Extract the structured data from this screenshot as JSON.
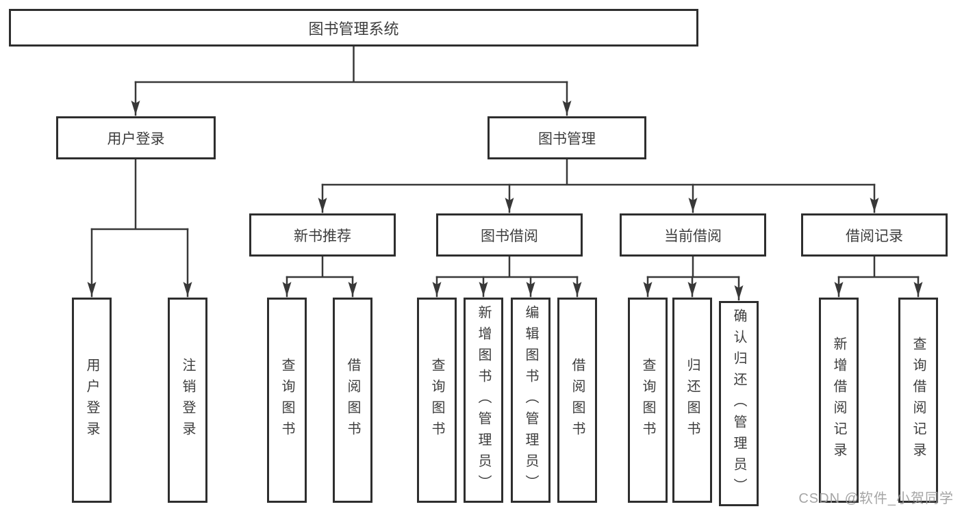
{
  "diagram": {
    "title_node": {
      "label": "图书管理系统"
    },
    "level2": [
      {
        "label": "用户登录"
      },
      {
        "label": "图书管理"
      }
    ],
    "level3": [
      {
        "label": "新书推荐"
      },
      {
        "label": "图书借阅"
      },
      {
        "label": "当前借阅"
      },
      {
        "label": "借阅记录"
      }
    ],
    "leaves": [
      {
        "label": "用户登录",
        "parent": "用户登录"
      },
      {
        "label": "注销登录",
        "parent": "用户登录"
      },
      {
        "label": "查询图书",
        "parent": "新书推荐"
      },
      {
        "label": "借阅图书",
        "parent": "新书推荐"
      },
      {
        "label": "查询图书",
        "parent": "图书借阅"
      },
      {
        "label": "新增图书（管理员）",
        "parent": "图书借阅"
      },
      {
        "label": "编辑图书（管理员）",
        "parent": "图书借阅"
      },
      {
        "label": "借阅图书",
        "parent": "图书借阅"
      },
      {
        "label": "查询图书",
        "parent": "当前借阅"
      },
      {
        "label": "归还图书",
        "parent": "当前借阅"
      },
      {
        "label": "确认归还（管理员）",
        "parent": "当前借阅"
      },
      {
        "label": "新增借阅记录",
        "parent": "借阅记录"
      },
      {
        "label": "查询借阅记录",
        "parent": "借阅记录"
      }
    ]
  },
  "watermark": {
    "text": "CSDN @软件_小贺同学"
  },
  "colors": {
    "line": "#383838",
    "box_border": "#2e2e2e",
    "text": "#3d3d3d",
    "watermark": "#9c9c9c",
    "background": "#ffffff"
  }
}
